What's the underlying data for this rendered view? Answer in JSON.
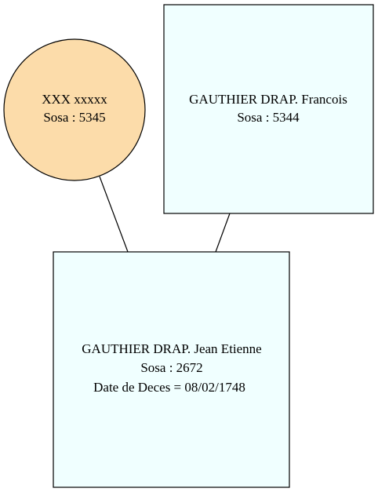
{
  "colors": {
    "background": "#ffffff",
    "person_box_fill": "#f0ffff",
    "unknown_circle_fill": "#fcdcaa",
    "stroke": "#000000"
  },
  "nodes": {
    "mother": {
      "name": "XXX xxxxx",
      "sosa": "Sosa : 5345"
    },
    "father": {
      "name": "GAUTHIER DRAP. Francois",
      "sosa": "Sosa : 5344"
    },
    "child": {
      "name": "GAUTHIER DRAP. Jean Etienne",
      "sosa": "Sosa : 2672",
      "death": "Date de Deces = 08/02/1748"
    }
  }
}
